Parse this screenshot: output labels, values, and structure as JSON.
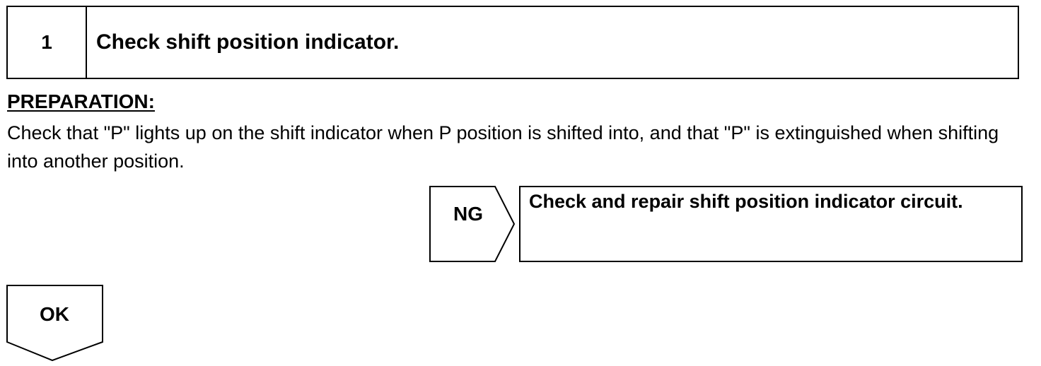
{
  "step": {
    "number": "1",
    "title": "Check shift position indicator."
  },
  "preparation": {
    "heading": "PREPARATION:",
    "text": "Check that \"P\" lights up on the shift indicator when P position is shifted into, and that \"P\" is extinguished when shifting into another position."
  },
  "ng_branch": {
    "label": "NG",
    "action": "Check and repair shift position indicator circuit."
  },
  "ok_branch": {
    "label": "OK"
  }
}
